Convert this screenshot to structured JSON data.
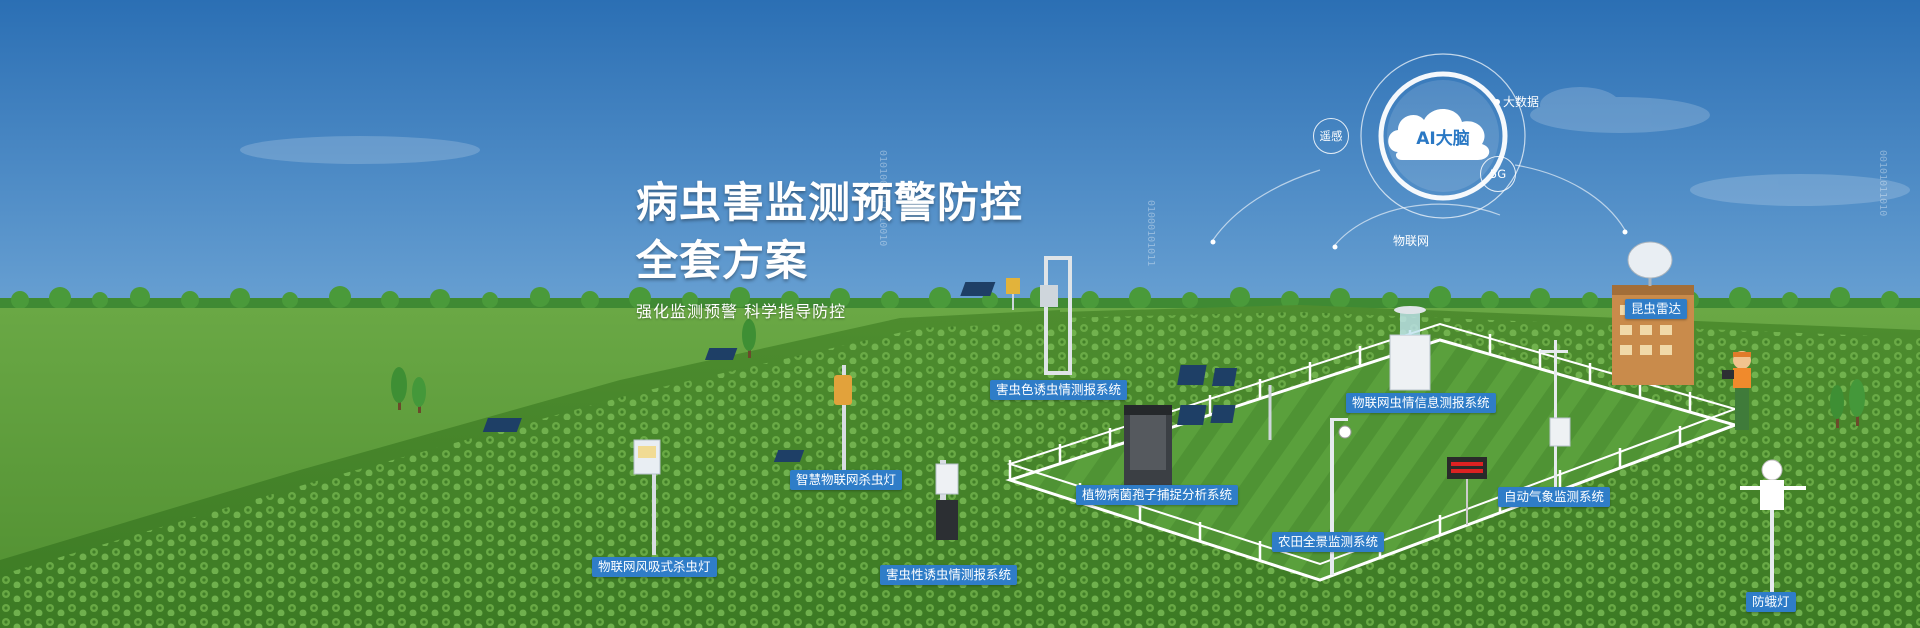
{
  "banner": {
    "title_line1": "病虫害监测预警防控",
    "title_line2": "全套方案",
    "subtitle": "强化监测预警 科学指导防控"
  },
  "network": {
    "core": "AI大脑",
    "remote_sensing": "遥感",
    "big_data": "大数据",
    "five_g": "5G",
    "iot": "物联网"
  },
  "devices": {
    "wind_suction_lamp": "物联网风吸式杀虫灯",
    "smart_iot_lamp": "智慧物联网杀虫灯",
    "color_lure_system": "害虫色诱虫情测报系统",
    "sex_lure_system": "害虫性诱虫情测报系统",
    "spore_system": "植物病菌孢子捕捉分析系统",
    "panorama_system": "农田全景监测系统",
    "iot_pest_system": "物联网虫情信息测报系统",
    "weather_system": "自动气象监测系统",
    "insect_radar": "昆虫雷达",
    "moth_lamp": "防蛾灯"
  },
  "colors": {
    "sky_top": "#2b6fb4",
    "sky_bottom": "#b9d8ee",
    "field_green": "#5d9a3a",
    "tag_blue": "#2f7dc8"
  }
}
